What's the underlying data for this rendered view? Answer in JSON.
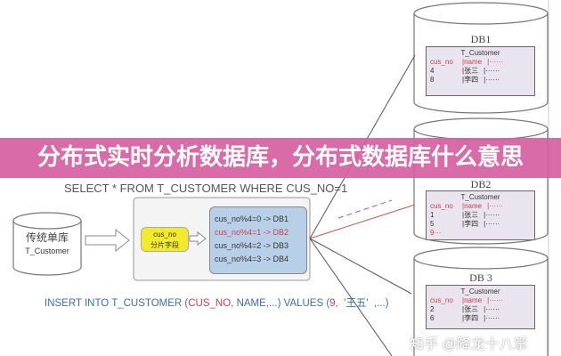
{
  "title": "分布式实时分析数据库，分布式数据库什么意思",
  "select_sql": "SELECT * FROM T_CUSTOMER WHERE CUS_NO=1",
  "source_db": {
    "label": "传统单库",
    "table": "T_Customer"
  },
  "shard_key": {
    "field": "cus_no",
    "label": "分片字段"
  },
  "rules": [
    "cus_no%4=0 -> DB1",
    "cus_no%4=1 -> DB2",
    "cus_no%4=2 -> DB3",
    "cus_no%4=3 -> DB4"
  ],
  "insert_sql": {
    "prefix": "INSERT INTO T_CUSTOMER (",
    "cols": "CUS_NO,",
    "rest": " NAME,...) VALUES (",
    "val": "9,",
    "tail": "  '王五'  ,...)"
  },
  "dbs": [
    {
      "name": "DB1",
      "table": "T_Customer",
      "header": [
        "cus_no",
        "|name",
        "|······"
      ],
      "rows": [
        [
          "4",
          "|张三",
          "|······"
        ],
        [
          "8",
          "|李四",
          "|······"
        ]
      ]
    },
    {
      "name": "DB2",
      "table": "T_Customer",
      "header": [
        "cus_no",
        "|name",
        "|······"
      ],
      "rows": [
        [
          "1",
          "|张三",
          "|······"
        ],
        [
          "5",
          "|李四",
          "|······"
        ],
        [
          "9···",
          "",
          ""
        ]
      ]
    },
    {
      "name": "DB 3",
      "table": "T_Customer",
      "header": [
        "cus_no",
        "|name",
        "|······"
      ],
      "rows": [
        [
          "2",
          "|张三",
          "|······"
        ],
        [
          "6",
          "|李四",
          "|······"
        ]
      ]
    }
  ],
  "watermark": "知乎 @降龙十八掌"
}
